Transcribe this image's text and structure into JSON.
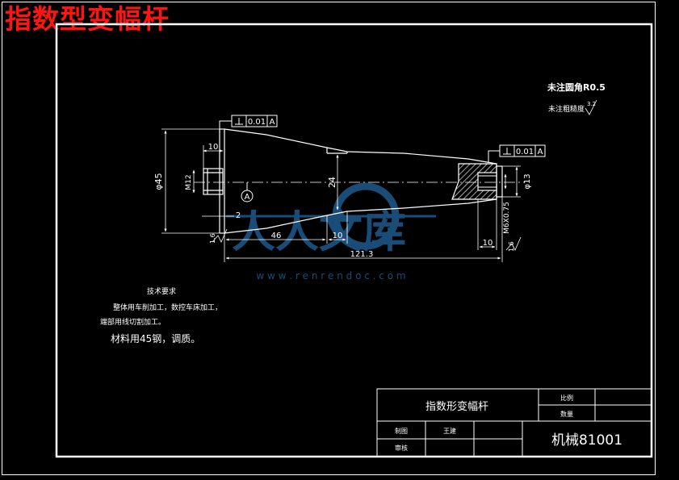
{
  "banner_title": "指数型变幅杆",
  "colors": {
    "background": "#000000",
    "line": "#ffffff",
    "banner": "#ff1414",
    "watermark": "#1e5a8c"
  },
  "notes": {
    "fillet": "未注圆角R0.5",
    "roughness_label": "未注粗糙度",
    "roughness_value": "3.2"
  },
  "tolerances": {
    "left_frame": {
      "value": "0.01",
      "datum": "A"
    },
    "right_frame": {
      "value": "0.01",
      "datum": "A"
    }
  },
  "datum_label": "A",
  "dimensions": {
    "d45": "φ45",
    "d10_top": "10",
    "m12": "M12",
    "d2": "2",
    "d24": "24",
    "d46": "46",
    "d10_bottom": "10",
    "d121": "121.3",
    "d13": "φ13",
    "m6": "M6X0.75",
    "d10_right": "10",
    "ra_left": "1.6",
    "ra_right": "1.6"
  },
  "tech_requirements": {
    "heading": "技术要求",
    "line1": "整体用车削加工，数控车床加工，",
    "line2": "端部用线切割加工。",
    "line3": "材料用45钢，调质。"
  },
  "title_block": {
    "drawing_name": "指数形变幅杆",
    "scale_label": "比例",
    "quantity_label": "数量",
    "drawn_label": "制图",
    "drawn_name": "王建",
    "review_label": "审核",
    "drawing_number": "机械81001"
  },
  "watermark": {
    "text": "人人文库",
    "url": "w w w . r e n r e n d o c . c o m"
  }
}
